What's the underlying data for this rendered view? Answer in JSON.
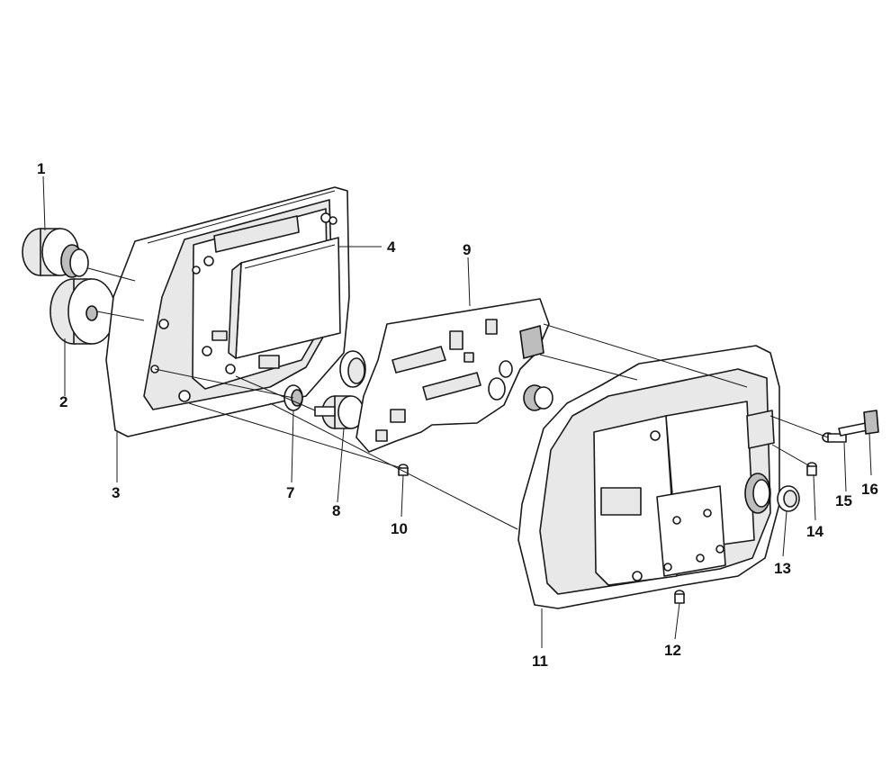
{
  "diagram": {
    "callouts": [
      {
        "id": "1",
        "label": "1"
      },
      {
        "id": "2",
        "label": "2"
      },
      {
        "id": "3",
        "label": "3"
      },
      {
        "id": "4",
        "label": "4"
      },
      {
        "id": "7",
        "label": "7"
      },
      {
        "id": "8",
        "label": "8"
      },
      {
        "id": "9",
        "label": "9"
      },
      {
        "id": "10",
        "label": "10"
      },
      {
        "id": "11",
        "label": "11"
      },
      {
        "id": "12",
        "label": "12"
      },
      {
        "id": "13",
        "label": "13"
      },
      {
        "id": "14",
        "label": "14"
      },
      {
        "id": "15",
        "label": "15"
      },
      {
        "id": "16",
        "label": "16"
      }
    ]
  }
}
